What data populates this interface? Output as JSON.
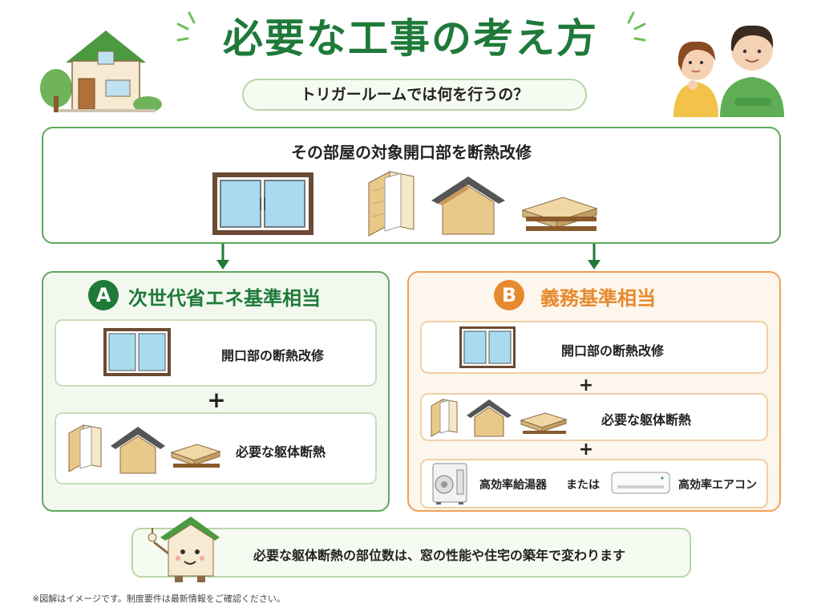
{
  "header": {
    "title": "必要な工事の考え方",
    "subtitle": "トリガールームでは何を行うの？"
  },
  "top_panel": {
    "heading": "その部屋の対象開口部を断熱改修"
  },
  "option_a": {
    "badge": "A",
    "title": "次世代省エネ基準相当",
    "item1_label": "開口部の断熱改修",
    "plus": "+",
    "item2_label": "必要な躯体断熱"
  },
  "option_b": {
    "badge": "B",
    "title": "義務基準相当",
    "item1_label": "開口部の断熱改修",
    "plus1": "+",
    "item2_label": "必要な躯体断熱",
    "plus2": "+",
    "item3_label_left": "高効率給湯器",
    "item3_or": "または",
    "item3_label_right": "高効率エアコン"
  },
  "note": "必要な躯体断熱の部位数は、窓の性能や住宅の築年で変わります",
  "footnote": "※図解はイメージです。制度要件は最新情報をご確認ください。",
  "colors": {
    "green": "#1f7a3a",
    "green_border": "#5ea95a",
    "orange": "#e68a2e",
    "orange_border": "#eea156"
  },
  "icons": [
    "house-icon",
    "couple-icon",
    "window-icon",
    "wall-insulation-icon",
    "roof-icon",
    "floor-icon",
    "water-heater-icon",
    "air-conditioner-icon",
    "mascot-house-icon",
    "down-arrow-icon"
  ]
}
